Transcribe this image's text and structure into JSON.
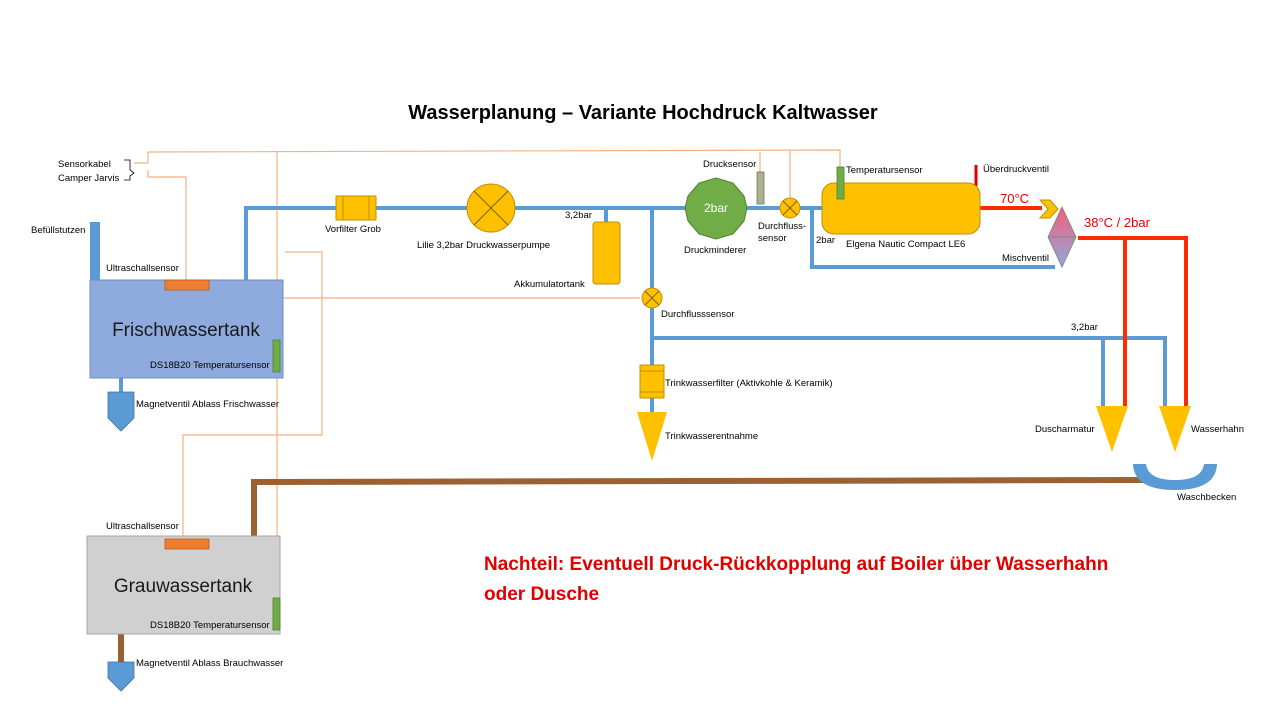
{
  "title": "Wasserplanung – Variante Hochdruck Kaltwasser",
  "tanks": {
    "fresh": {
      "label": "Frischwassertank",
      "sensor": "DS18B20 Temperatursensor",
      "ultrasonic": "Ultraschallsensor",
      "drain": "Magnetventil Ablass Frischwasser",
      "fill": "Befüllstutzen"
    },
    "grey": {
      "label": "Grauwassertank",
      "sensor": "DS18B20 Temperatursensor",
      "ultrasonic": "Ultraschallsensor",
      "drain": "Magnetventil Ablass Brauchwasser"
    }
  },
  "sensor_cable": {
    "line1": "Sensorkabel",
    "line2": "Camper Jarvis"
  },
  "components": {
    "prefilter": "Vorfilter Grob",
    "pump": "Lilie 3,2bar Druckwasserpumpe",
    "accumulator": "Akkumulatortank",
    "pressure_at_pump": "3,2bar",
    "flow_sensor": "Durchflusssensor",
    "reducer_value": "2bar",
    "reducer": "Druckminderer",
    "pressure_sensor": "Drucksensor",
    "flow_sensor2_line1": "Durchfluss-",
    "flow_sensor2_line2": "sensor",
    "pressure_after_reducer": "2bar",
    "boiler": "Elgena Nautic Compact LE6",
    "temp_sensor": "Temperatursensor",
    "relief_valve": "Überdruckventil",
    "boiler_temp": "70°C",
    "mix_value": "38°C / 2bar",
    "mixer": "Mischventil",
    "pressure_cold": "3,2bar",
    "drinking_filter": "Trinkwasserfilter (Aktivkohle & Keramik)",
    "drinking_outlet": "Trinkwasserentnahme",
    "shower": "Duscharmatur",
    "tap": "Wasserhahn",
    "sink": "Waschbecken"
  },
  "note": {
    "line1": "Nachteil: Eventuell Druck-Rückkopplung auf Boiler über Wasserhahn",
    "line2": "oder Dusche"
  },
  "colors": {
    "cold": "#5b9bd5",
    "hot": "#ff2a00",
    "grey": "#9b6132",
    "cable": "#f4b183",
    "yellow": "#ffc000",
    "green": "#70ad47",
    "fresh_tank": "#8faadc",
    "grey_tank": "#d0d0d0"
  }
}
